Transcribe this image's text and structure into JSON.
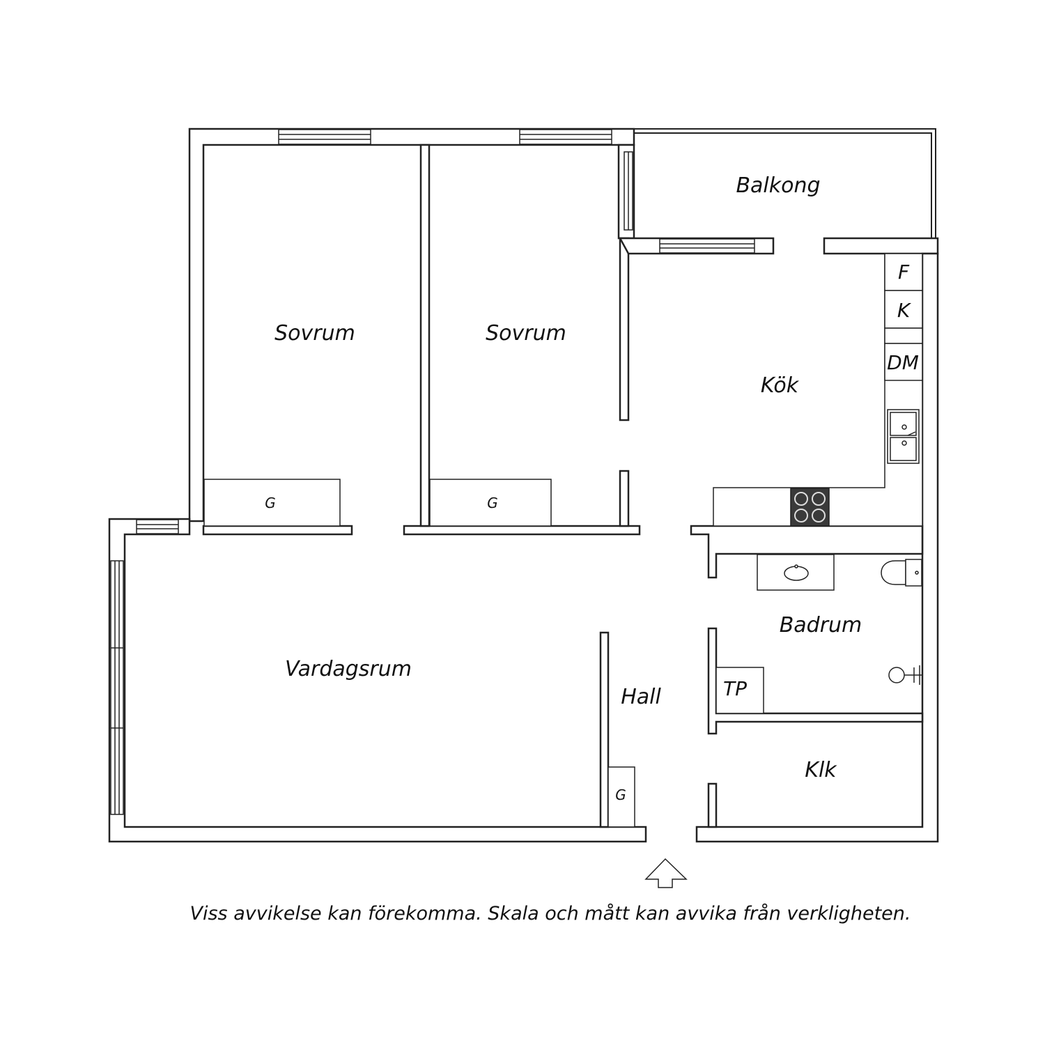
{
  "rooms": {
    "sovrum_1": "Sovrum",
    "sovrum_2": "Sovrum",
    "balkong": "Balkong",
    "kok": "Kök",
    "vardagsrum": "Vardagsrum",
    "hall": "Hall",
    "badrum": "Badrum",
    "klk": "Klk"
  },
  "fixtures": {
    "fridge": "F",
    "freezer": "K",
    "dishwasher": "DM",
    "washer": "TP",
    "wardrobe_1": "G",
    "wardrobe_2": "G",
    "wardrobe_hall": "G"
  },
  "entrance_arrow_icon": "arrow-up-icon",
  "disclaimer": "Viss avvikelse kan förekomma. Skala och mått kan avvika från verkligheten.",
  "colors": {
    "line": "#222222",
    "wall_fill": "#ffffff",
    "stove": "#3a3a3a"
  }
}
